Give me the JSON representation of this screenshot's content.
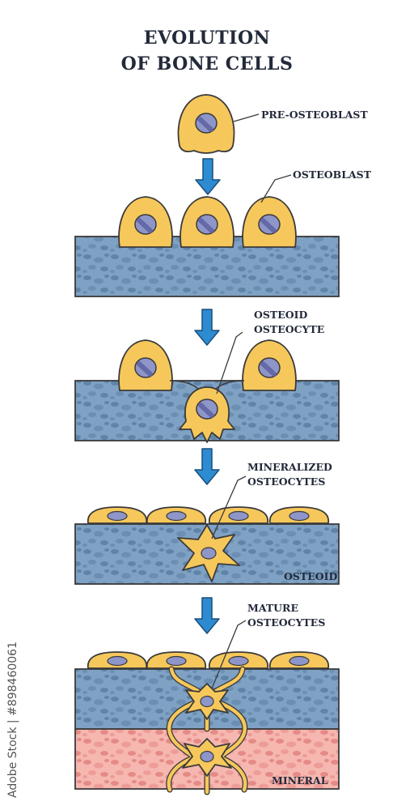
{
  "title": {
    "line1": "EVOLUTION",
    "line2": "OF BONE CELLS"
  },
  "labels": {
    "pre_osteoblast": "PRE-OSTEOBLAST",
    "osteoblast": "OSTEOBLAST",
    "osteoid_osteocyte_1": "OSTEOID",
    "osteoid_osteocyte_2": "OSTEOCYTE",
    "mineralized_1": "MINERALIZED",
    "mineralized_2": "OSTEOCYTES",
    "mature_1": "MATURE",
    "mature_2": "OSTEOCYTES",
    "osteoid": "OSTEOID",
    "mineral": "MINERAL"
  },
  "stock_id": "Adobe Stock | #898460061",
  "colors": {
    "cell_fill": "#f6c85b",
    "cell_stroke": "#3b3a3a",
    "nucleus": "#8e95c8",
    "osteoid_fill": "#7fa2c4",
    "osteoid_spot": "#5f84a8",
    "mineral_fill": "#f5b7b0",
    "mineral_spot": "#e58a86",
    "arrow": "#2d8bd1",
    "text": "#232a3a"
  }
}
